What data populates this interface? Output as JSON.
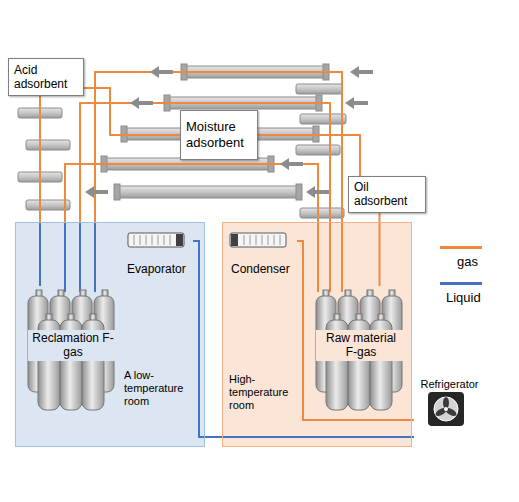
{
  "diagram": {
    "nodes": [
      {
        "text": [
          "Acid adsorbent"
        ]
      },
      {
        "text": [
          "Moisture adsorbent"
        ]
      },
      {
        "text": [
          "Oil adsorbent"
        ]
      },
      {
        "text": [
          "A low- temperature room"
        ]
      },
      {
        "text": [
          "Evaporator"
        ],
        "in": 3
      },
      {
        "text": [
          "Reclamation F-gas"
        ],
        "in": 3
      },
      {
        "text": [
          "High- temperature room"
        ]
      },
      {
        "text": [
          "Condenser"
        ],
        "in": 6
      },
      {
        "text": [
          "Raw material F-gas"
        ],
        "in": 6
      },
      {
        "text": [
          "Refrigerator"
        ]
      }
    ],
    "edges": [
      {
        "from": 8,
        "to": 2,
        "arrow": "none"
      },
      {
        "from": 2,
        "to": 1,
        "arrow": "none"
      },
      {
        "from": 1,
        "to": 0,
        "arrow": "none"
      },
      {
        "from": 0,
        "to": 5,
        "arrow": "none"
      },
      {
        "from": 4,
        "to": 9,
        "arrow": "none"
      },
      {
        "from": 9,
        "to": 7,
        "arrow": "none"
      }
    ],
    "legend": [
      {
        "text": "gas",
        "color": "#f0883e"
      },
      {
        "text": "Liquid",
        "color": "#4472c4"
      }
    ]
  }
}
